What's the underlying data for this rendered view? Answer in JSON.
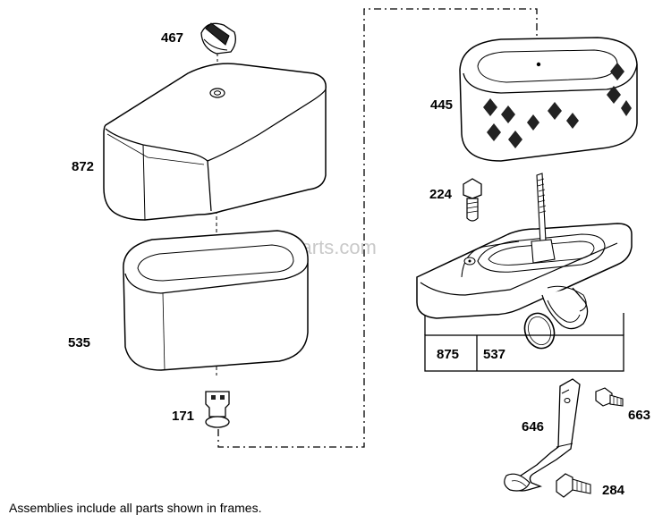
{
  "watermark": "eReplacementParts.com",
  "footer_note": "Assemblies include all parts shown in frames.",
  "parts": {
    "p467": "467",
    "p872": "872",
    "p535": "535",
    "p171": "171",
    "p445": "445",
    "p224": "224",
    "p875": "875",
    "p537": "537",
    "p646": "646",
    "p663": "663",
    "p284": "284"
  }
}
